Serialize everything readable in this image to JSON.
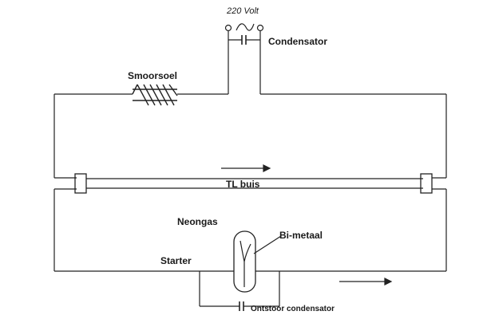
{
  "labels": {
    "voltage": "220 Volt",
    "condensator": "Condensator",
    "smoorspoel": "Smoorsoel",
    "tl_buis": "TL buis",
    "neongas": "Neongas",
    "bimetaal": "Bi-metaal",
    "starter": "Starter",
    "ontstoor_condensator": "Ontstoor condensator"
  },
  "colors": {
    "line": "#222222",
    "background": "#ffffff"
  }
}
